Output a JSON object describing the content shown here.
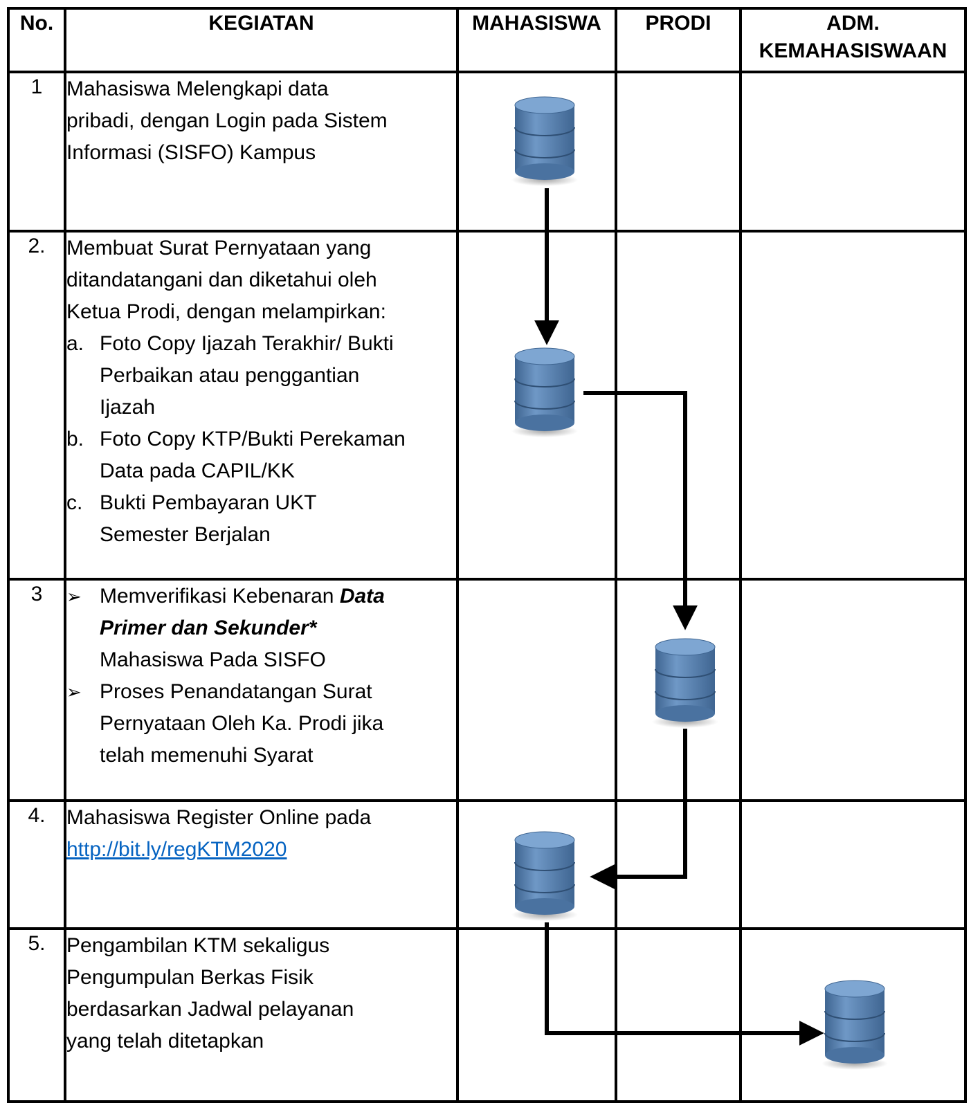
{
  "headers": {
    "no": "No.",
    "kegiatan": "KEGIATAN",
    "mahasiswa": "MAHASISWA",
    "prodi": "PRODI",
    "adm_line1": "ADM.",
    "adm_line2": "KEMAHASISWAAN"
  },
  "rows": [
    {
      "no": "1",
      "lines": [
        "Mahasiswa Melengkapi data",
        "pribadi, dengan Login pada Sistem",
        "Informasi (SISFO) Kampus"
      ]
    },
    {
      "no": "2.",
      "lines": [
        "Membuat Surat Pernyataan yang",
        "ditandatangani dan diketahui oleh",
        "Ketua Prodi, dengan melampirkan:"
      ],
      "items": [
        {
          "label": "a.",
          "lines": [
            "Foto Copy Ijazah Terakhir/ Bukti",
            "Perbaikan atau penggantian",
            "Ijazah"
          ]
        },
        {
          "label": "b.",
          "lines": [
            "Foto Copy KTP/Bukti Perekaman",
            "Data pada CAPIL/KK"
          ]
        },
        {
          "label": "c.",
          "lines": [
            "Bukti Pembayaran UKT",
            "Semester Berjalan"
          ]
        }
      ]
    },
    {
      "no": "3",
      "bullet_symbol": "➢",
      "bullet1": {
        "prefix": "Memverifikasi Kebenaran ",
        "bold1": "Data",
        "bold2": "Primer dan Sekunder*",
        "line3": "Mahasiswa Pada SISFO"
      },
      "bullet2": [
        "Proses Penandatangan Surat",
        "Pernyataan Oleh Ka. Prodi jika",
        "telah memenuhi Syarat"
      ]
    },
    {
      "no": "4.",
      "lines": [
        "Mahasiswa Register Online pada"
      ],
      "link": "http://bit.ly/regKTM2020"
    },
    {
      "no": "5.",
      "lines": [
        "Pengambilan KTM sekaligus",
        "Pengumpulan Berkas Fisik",
        "berdasarkan Jadwal pelayanan",
        "yang telah ditetapkan"
      ]
    }
  ],
  "colors": {
    "cylinder_fill": "#5b87b8",
    "cylinder_top": "#6f98c6",
    "cylinder_edge": "#3f6591",
    "line": "#000000",
    "link": "#0563c1"
  },
  "icons": {
    "process": "database-cylinder-icon"
  },
  "flow": [
    {
      "from": "step-1",
      "to": "step-2",
      "lane_from": "MAHASISWA",
      "lane_to": "MAHASISWA"
    },
    {
      "from": "step-2",
      "to": "step-3",
      "lane_from": "MAHASISWA",
      "lane_to": "PRODI"
    },
    {
      "from": "step-3",
      "to": "step-4",
      "lane_from": "PRODI",
      "lane_to": "MAHASISWA"
    },
    {
      "from": "step-4",
      "to": "step-5",
      "lane_from": "MAHASISWA",
      "lane_to": "ADM. KEMAHASISWAAN"
    }
  ]
}
